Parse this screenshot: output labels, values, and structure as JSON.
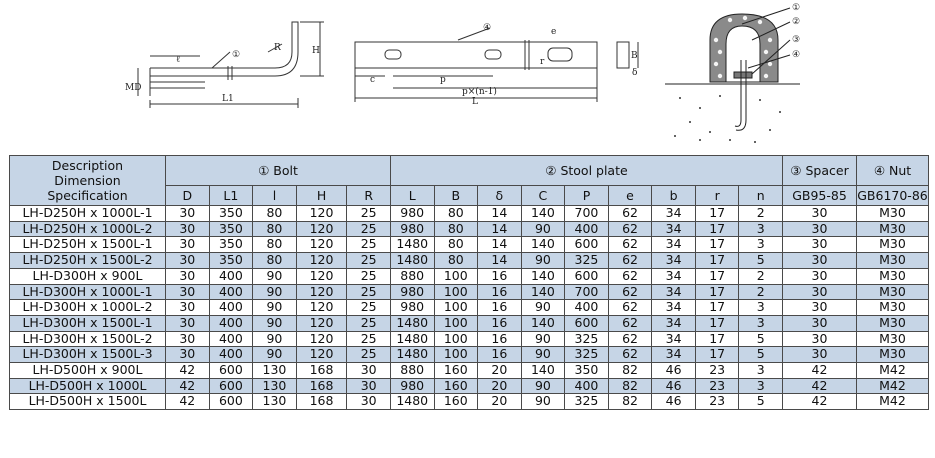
{
  "drawing": {
    "bolt_labels": {
      "callout": "①",
      "l": "ℓ",
      "R": "R",
      "H": "H",
      "MD": "MD",
      "L1": "L1"
    },
    "plate_labels": {
      "callout": "④",
      "c": "c",
      "p": "p",
      "pxn": "p×(n-1)",
      "L": "L",
      "e": "e",
      "B": "B",
      "delta": "δ",
      "r": "r"
    },
    "section_labels": [
      "①",
      "②",
      "③",
      "④"
    ]
  },
  "table": {
    "header_desc": [
      "Description",
      "Dimension",
      "Specification"
    ],
    "groups": [
      {
        "label": "① Bolt",
        "span": 5
      },
      {
        "label": "② Stool plate",
        "span": 9
      },
      {
        "label": "③ Spacer",
        "span": 1
      },
      {
        "label": "④ Nut",
        "span": 1
      }
    ],
    "columns": [
      "D",
      "L1",
      "l",
      "H",
      "R",
      "L",
      "B",
      "δ",
      "C",
      "P",
      "e",
      "b",
      "r",
      "n",
      "GB95-85",
      "GB6170-86"
    ],
    "rows": [
      [
        "LH-D250H x 1000L-1",
        "30",
        "350",
        "80",
        "120",
        "25",
        "980",
        "80",
        "14",
        "140",
        "700",
        "62",
        "34",
        "17",
        "2",
        "30",
        "M30"
      ],
      [
        "LH-D250H x 1000L-2",
        "30",
        "350",
        "80",
        "120",
        "25",
        "980",
        "80",
        "14",
        "90",
        "400",
        "62",
        "34",
        "17",
        "3",
        "30",
        "M30"
      ],
      [
        "LH-D250H x 1500L-1",
        "30",
        "350",
        "80",
        "120",
        "25",
        "1480",
        "80",
        "14",
        "140",
        "600",
        "62",
        "34",
        "17",
        "3",
        "30",
        "M30"
      ],
      [
        "LH-D250H x 1500L-2",
        "30",
        "350",
        "80",
        "120",
        "25",
        "1480",
        "80",
        "14",
        "90",
        "325",
        "62",
        "34",
        "17",
        "5",
        "30",
        "M30"
      ],
      [
        "LH-D300H x 900L",
        "30",
        "400",
        "90",
        "120",
        "25",
        "880",
        "100",
        "16",
        "140",
        "600",
        "62",
        "34",
        "17",
        "2",
        "30",
        "M30"
      ],
      [
        "LH-D300H x 1000L-1",
        "30",
        "400",
        "90",
        "120",
        "25",
        "980",
        "100",
        "16",
        "140",
        "700",
        "62",
        "34",
        "17",
        "2",
        "30",
        "M30"
      ],
      [
        "LH-D300H x 1000L-2",
        "30",
        "400",
        "90",
        "120",
        "25",
        "980",
        "100",
        "16",
        "90",
        "400",
        "62",
        "34",
        "17",
        "3",
        "30",
        "M30"
      ],
      [
        "LH-D300H x 1500L-1",
        "30",
        "400",
        "90",
        "120",
        "25",
        "1480",
        "100",
        "16",
        "140",
        "600",
        "62",
        "34",
        "17",
        "3",
        "30",
        "M30"
      ],
      [
        "LH-D300H x 1500L-2",
        "30",
        "400",
        "90",
        "120",
        "25",
        "1480",
        "100",
        "16",
        "90",
        "325",
        "62",
        "34",
        "17",
        "5",
        "30",
        "M30"
      ],
      [
        "LH-D300H x 1500L-3",
        "30",
        "400",
        "90",
        "120",
        "25",
        "1480",
        "100",
        "16",
        "90",
        "325",
        "62",
        "34",
        "17",
        "5",
        "30",
        "M30"
      ],
      [
        "LH-D500H x 900L",
        "42",
        "600",
        "130",
        "168",
        "30",
        "880",
        "160",
        "20",
        "140",
        "350",
        "82",
        "46",
        "23",
        "3",
        "42",
        "M42"
      ],
      [
        "LH-D500H x 1000L",
        "42",
        "600",
        "130",
        "168",
        "30",
        "980",
        "160",
        "20",
        "90",
        "400",
        "82",
        "46",
        "23",
        "3",
        "42",
        "M42"
      ],
      [
        "LH-D500H x 1500L",
        "42",
        "600",
        "130",
        "168",
        "30",
        "1480",
        "160",
        "20",
        "90",
        "325",
        "82",
        "46",
        "23",
        "5",
        "42",
        "M42"
      ]
    ]
  }
}
